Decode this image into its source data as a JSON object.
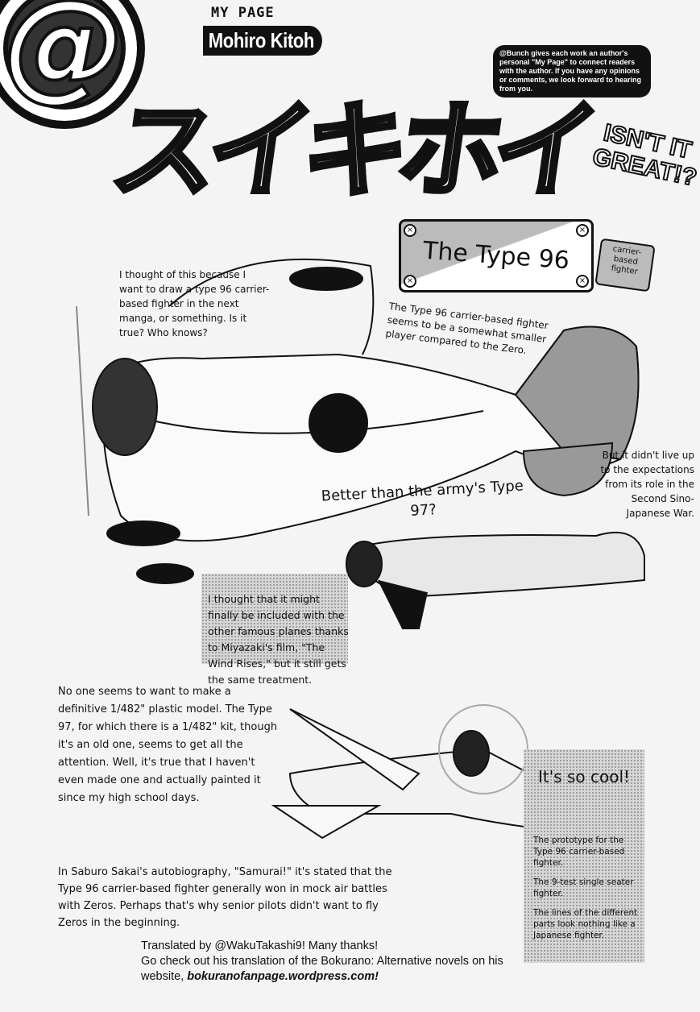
{
  "header": {
    "logo_symbol": "@",
    "section_label": "MY PAGE",
    "author": "Mohiro Kitoh",
    "note": "@Bunch gives each work an author's personal \"My Page\" to connect readers with the author. If you have any opinions or comments, we look forward to hearing from you."
  },
  "title": {
    "katakana": "スイキホイ",
    "translation": "ISN'T IT GREAT!?"
  },
  "plate": {
    "label": "The Type 96",
    "tag": "carrier-based fighter"
  },
  "captions": {
    "intro": "I thought of this because I want to draw a type 96 carrier-based fighter in the next manga, or something. Is it true? Who knows?",
    "comparison": "The Type 96 carrier-based fighter seems to be a somewhat smaller player compared to the Zero.",
    "army": "Better than the army's Type 97?",
    "expectations": "But it didn't live up to the expectations from its role in the Second Sino-Japanese War.",
    "wind_rises": "I thought that it might finally be included with the other famous planes thanks to Miyazaki's film, \"The Wind Rises,\" but it still gets the same treatment.",
    "plastic_model": "No one seems to want to make a definitive 1/482\" plastic model. The Type 97, for which there is a 1/482\" kit, though it's an old one, seems to get all the attention. Well, it's true that I haven't even made one and actually painted it since my high school days.",
    "cool": "It's so cool!",
    "prototype_1": "The prototype for the Type 96 carrier-based fighter.",
    "prototype_2": "The 9-test single seater fighter.",
    "prototype_3": "The lines of the different parts look nothing like a Japanese fighter.",
    "sakai": "In Saburo Sakai's autobiography, \"Samurai!\" it's stated that the Type 96 carrier-based fighter generally won in mock air battles with Zeros. Perhaps that's why senior pilots didn't want to fly Zeros in the beginning."
  },
  "credit": {
    "line1": "Translated by @WakuTakashi9! Many thanks!",
    "line2": "Go check out his translation of the Bokurano: Alternative novels on his website,",
    "site": "bokuranofanpage.wordpress.com!"
  }
}
